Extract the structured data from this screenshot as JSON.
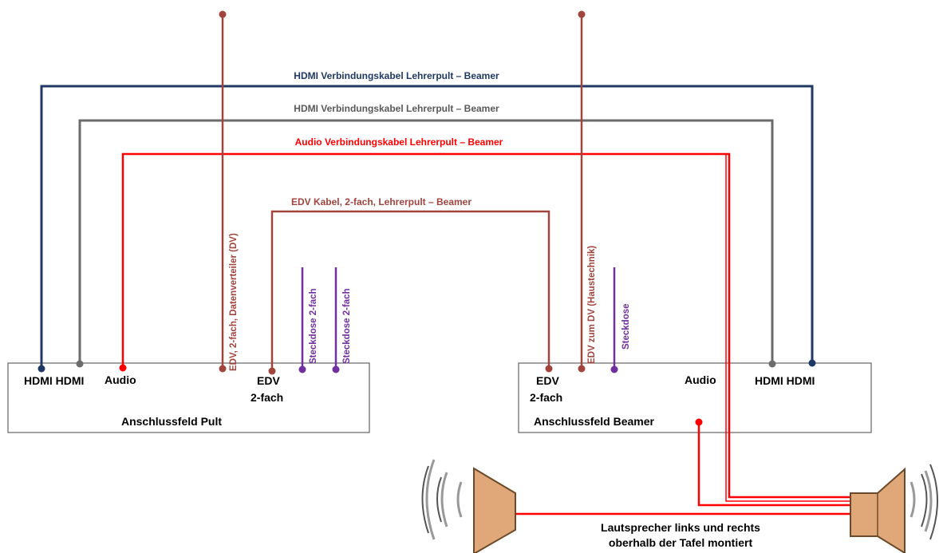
{
  "colors": {
    "hdmi_navy": "#1f3864",
    "hdmi_grey": "#6b6b6b",
    "audio_red": "#ff0000",
    "edv_brown": "#a0443d",
    "power_purple": "#7030a0",
    "speaker_fill": "#e0a878"
  },
  "cables": {
    "hdmi_1": "HDMI Verbindungskabel Lehrerpult – Beamer",
    "hdmi_2": "HDMI Verbindungskabel Lehrerpult – Beamer",
    "audio": "Audio Verbindungskabel Lehrerpult – Beamer",
    "edv": "EDV Kabel, 2-fach, Lehrerpult – Beamer"
  },
  "vertical_labels": {
    "edv_dv": "EDV, 2-fach, Datenverteiler (DV)",
    "steckdose_1": "Steckdose 2-fach",
    "steckdose_2": "Steckdose 2-fach",
    "edv_haustechnik": "EDV zum DV (Haustechnik)",
    "steckdose_beamer": "Steckdose"
  },
  "panel_pult": {
    "title": "Anschlussfeld Pult",
    "hdmi_ports": "HDMI HDMI",
    "audio_port": "Audio",
    "edv_line1": "EDV",
    "edv_line2": "2-fach"
  },
  "panel_beamer": {
    "title": "Anschlussfeld Beamer",
    "hdmi_ports": "HDMI HDMI",
    "audio_port": "Audio",
    "edv_line1": "EDV",
    "edv_line2": "2-fach"
  },
  "speakers": {
    "caption_line1": "Lautsprecher links und rechts",
    "caption_line2": "oberhalb der Tafel montiert",
    "left_icon": "speaker-icon",
    "right_icon": "speaker-icon"
  }
}
